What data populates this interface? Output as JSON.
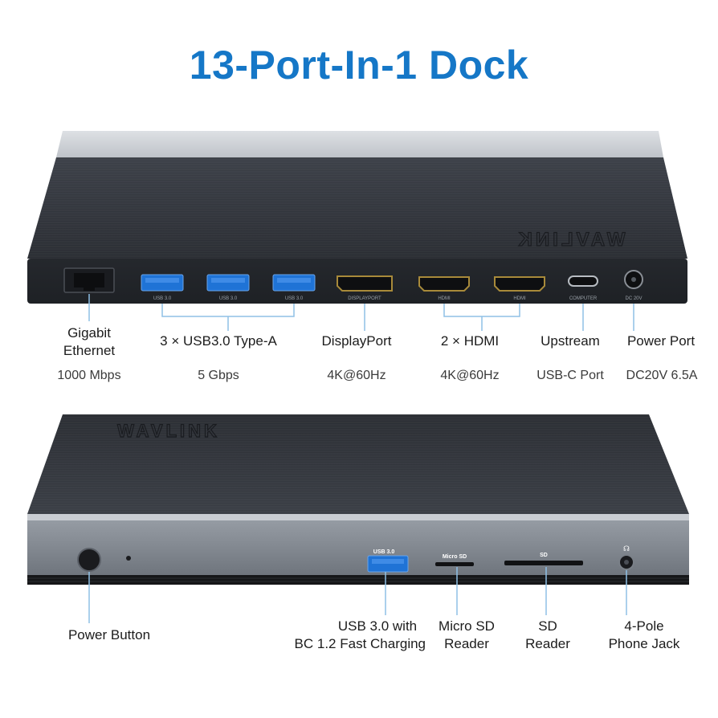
{
  "title": "13-Port-In-1 Dock",
  "brand_logo": "WAVLINK",
  "colors": {
    "accent": "#1577c7",
    "dock_body": "#2b2f36",
    "dock_trim": "#c8ccd2",
    "usb_port": "#1f73d6"
  },
  "rear_panel": {
    "port_print": {
      "usb1": "USB 3.0",
      "usb2": "USB 3.0",
      "usb3": "USB 3.0",
      "displayport": "DISPLAYPORT",
      "hdmi1": "HDMI",
      "hdmi2": "HDMI",
      "computer": "COMPUTER",
      "dc": "DC 20V"
    },
    "callouts": [
      {
        "id": "ethernet",
        "label": "Gigabit Ethernet",
        "spec": "1000 Mbps"
      },
      {
        "id": "usb-a",
        "label": "3 × USB3.0 Type-A",
        "spec": "5 Gbps"
      },
      {
        "id": "displayport",
        "label": "DisplayPort",
        "spec": "4K@60Hz"
      },
      {
        "id": "hdmi",
        "label": "2 × HDMI",
        "spec": "4K@60Hz"
      },
      {
        "id": "upstream",
        "label": "Upstream",
        "spec": "USB-C Port"
      },
      {
        "id": "power-port",
        "label": "Power Port",
        "spec": "DC20V 6.5A"
      }
    ]
  },
  "front_panel": {
    "port_print": {
      "usb": "USB 3.0",
      "microsd": "Micro SD",
      "sd": "SD"
    },
    "callouts": [
      {
        "id": "power-button",
        "label": "Power Button"
      },
      {
        "id": "usb-fast",
        "label": "USB 3.0 with",
        "label2": "BC 1.2  Fast Charging"
      },
      {
        "id": "microsd",
        "label": "Micro SD",
        "label2": "Reader"
      },
      {
        "id": "sd",
        "label": "SD",
        "label2": "Reader"
      },
      {
        "id": "phone-jack",
        "label": "4-Pole",
        "label2": "Phone Jack"
      }
    ]
  }
}
